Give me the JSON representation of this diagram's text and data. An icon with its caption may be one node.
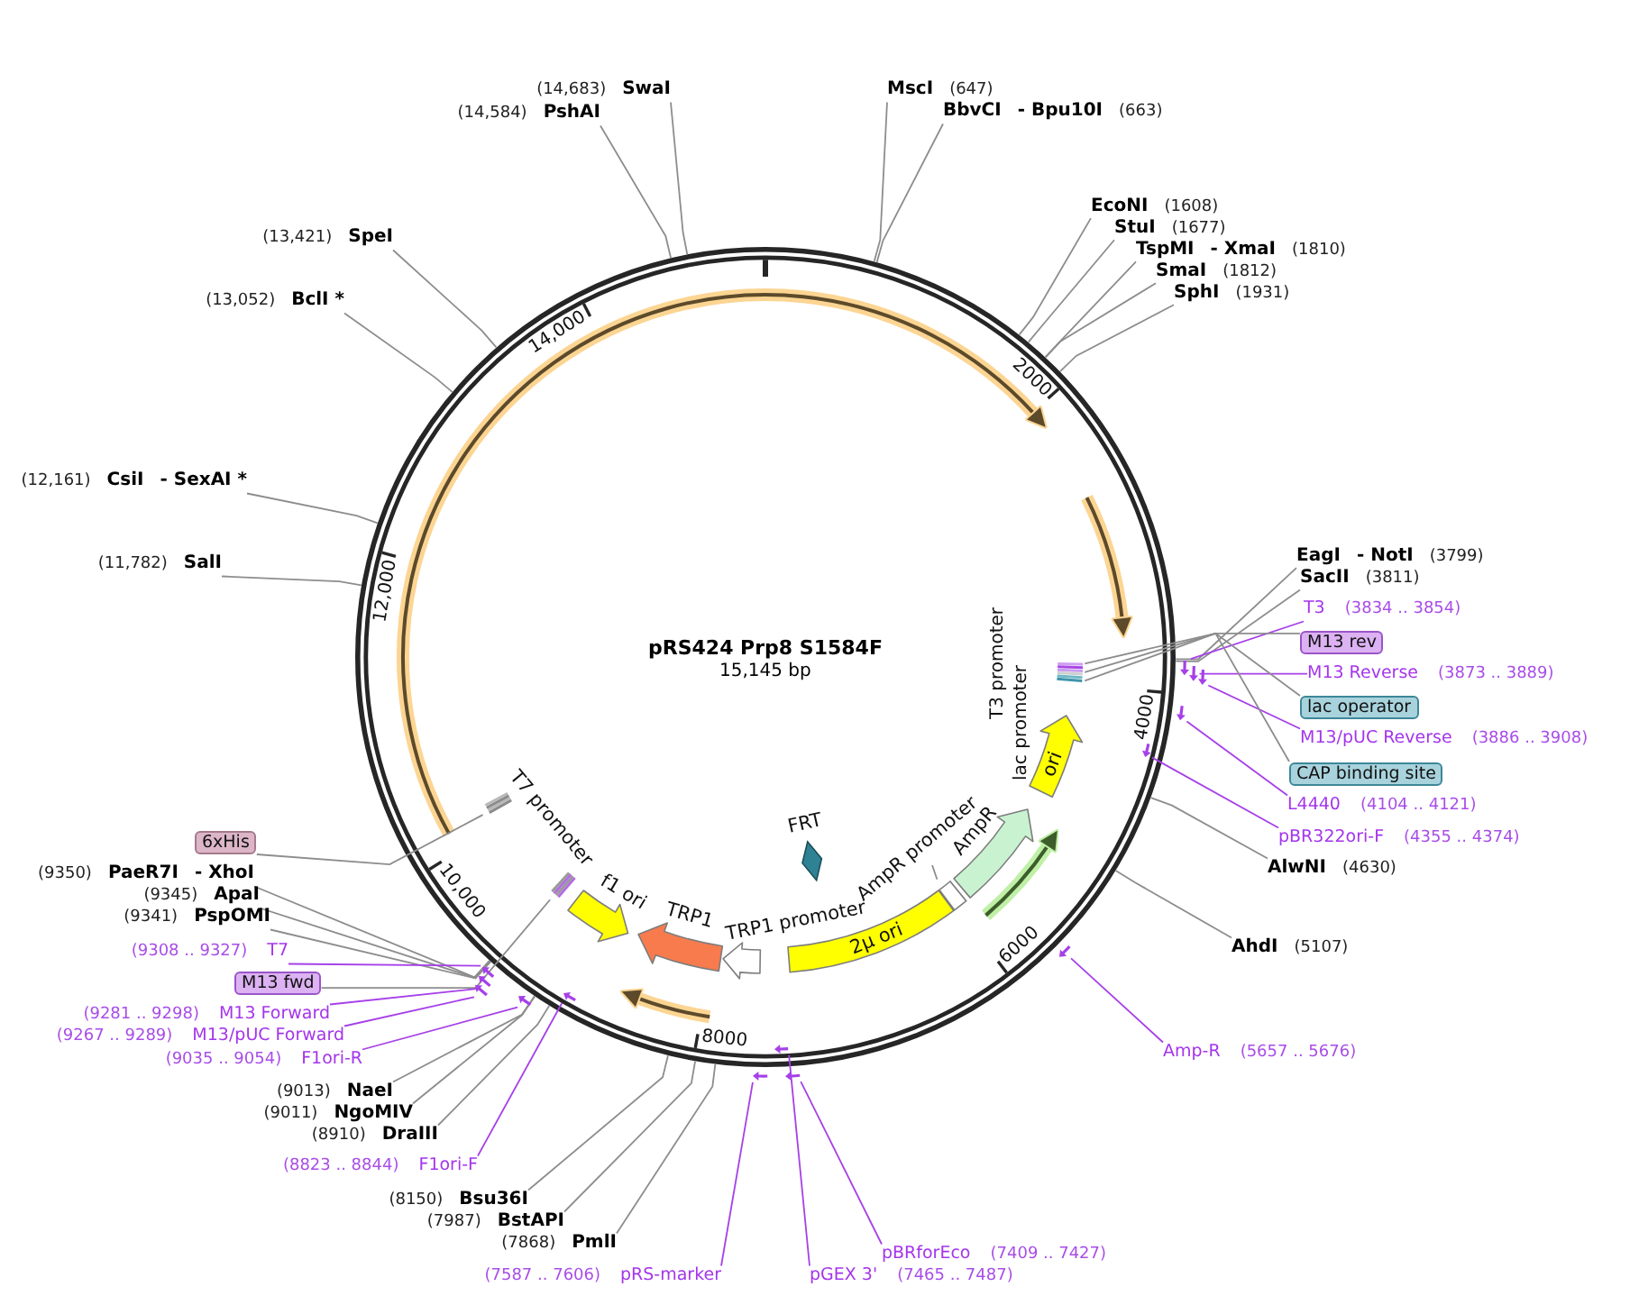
{
  "diagram": {
    "nodes": [
      {
        "text": [
          "pRS424 Prp8 S1584F",
          "15,145 bp"
        ]
      },
      {
        "text": [],
        "shape": "bar",
        "in": 0,
        "beside": [
          "T3 promoter",
          "lac promoter"
        ]
      },
      {
        "text": [
          "ori"
        ],
        "in": 0
      },
      {
        "text": [],
        "shape": "arrow",
        "in": 0,
        "beside": [
          "AmpR"
        ]
      },
      {
        "text": [
          "AmpR promoter"
        ],
        "in": 0
      },
      {
        "text": [],
        "shape": "box",
        "in": 0
      },
      {
        "text": [
          "2μ ori"
        ],
        "in": 0
      },
      {
        "text": [],
        "shape": "diamond",
        "in": 0,
        "beside": [
          "FRT"
        ]
      },
      {
        "text": [],
        "shape": "arrow",
        "in": 0,
        "beside": [
          "TRP1 promoter"
        ]
      },
      {
        "text": [],
        "shape": "arrow",
        "in": 0,
        "beside": [
          "TRP1"
        ]
      },
      {
        "text": [],
        "shape": "arrow",
        "in": 0,
        "beside": [
          "f1 ori"
        ]
      },
      {
        "text": [],
        "shape": "bar",
        "in": 0,
        "beside": [
          "T7 promoter"
        ]
      },
      {
        "text": [],
        "shape": "bar",
        "in": 0
      },
      {
        "text": [
          "(14,683)",
          "SwaI"
        ]
      },
      {
        "text": [
          "MscI",
          "(647)"
        ]
      },
      {
        "text": [
          "(14,584)",
          "PshAI"
        ]
      },
      {
        "text": [
          "BbvCI",
          "- Bpu10I",
          "(663)"
        ]
      },
      {
        "text": [
          "EcoNI",
          "(1608)"
        ]
      },
      {
        "text": [
          "StuI",
          "(1677)"
        ]
      },
      {
        "text": [
          "(13,421)",
          "SpeI"
        ]
      },
      {
        "text": [
          "TspMI",
          "- XmaI",
          "(1810)"
        ]
      },
      {
        "text": [
          "SmaI",
          "(1812)"
        ]
      },
      {
        "text": [
          "SphI",
          "(1931)"
        ]
      },
      {
        "text": [
          "(13,052)",
          "BclI *"
        ]
      },
      {
        "text": [
          "(12,161)",
          "CsiI",
          "- SexAI *"
        ]
      },
      {
        "text": [
          "EagI",
          "- NotI",
          "(3799)"
        ]
      },
      {
        "text": [
          "(11,782)",
          "SalI"
        ]
      },
      {
        "text": [
          "SacII",
          "(3811)"
        ]
      },
      {
        "text": [
          "T3",
          "(3834 .. 3854)"
        ]
      },
      {
        "text": [
          "M13 rev"
        ]
      },
      {
        "text": [
          "M13 Reverse",
          "(3873 .. 3889)"
        ]
      },
      {
        "text": [
          "lac operator"
        ]
      },
      {
        "text": [
          "M13/pUC Reverse",
          "(3886 .. 3908)"
        ]
      },
      {
        "text": [
          "CAP binding site"
        ]
      },
      {
        "text": [
          "L4440",
          "(4104 .. 4121)"
        ]
      },
      {
        "text": [
          "pBR322ori-F",
          "(4355 .. 4374)"
        ]
      },
      {
        "text": [
          "6xHis"
        ]
      },
      {
        "text": [
          "AlwNI",
          "(4630)"
        ]
      },
      {
        "text": [
          "(9350)",
          "PaeR7I",
          "- XhoI"
        ]
      },
      {
        "text": [
          "(9345)",
          "ApaI"
        ]
      },
      {
        "text": [
          "(9341)",
          "PspOMI"
        ]
      },
      {
        "text": [
          "AhdI",
          "(5107)"
        ]
      },
      {
        "text": [
          "(9308 .. 9327)",
          "T7"
        ]
      },
      {
        "text": [
          "M13 fwd"
        ]
      },
      {
        "text": [
          "(9281 .. 9298)",
          "M13 Forward"
        ]
      },
      {
        "text": [
          "(9267 .. 9289)",
          "M13/pUC Forward"
        ]
      },
      {
        "text": [
          "Amp-R",
          "(5657 .. 5676)"
        ]
      },
      {
        "text": [
          "(9035 .. 9054)",
          "F1ori-R"
        ]
      },
      {
        "text": [
          "(9013)",
          "NaeI"
        ]
      },
      {
        "text": [
          "(9011)",
          "NgoMIV"
        ]
      },
      {
        "text": [
          "(8910)",
          "DraIII"
        ]
      },
      {
        "text": [
          "(8823 .. 8844)",
          "F1ori-F"
        ]
      },
      {
        "text": [
          "(8150)",
          "Bsu36I"
        ]
      },
      {
        "text": [
          "(7987)",
          "BstAPI"
        ]
      },
      {
        "text": [
          "(7868)",
          "PmlI"
        ]
      },
      {
        "text": [
          "pBRforEco",
          "(7409 .. 7427)"
        ]
      },
      {
        "text": [
          "(7587 .. 7606)",
          "pRS-marker"
        ]
      },
      {
        "text": [
          "pGEX 3'",
          "(7465 .. 7487)"
        ]
      },
      {
        "text": [],
        "shape": "arrow"
      },
      {
        "text": [],
        "shape": "arrow"
      },
      {
        "text": [],
        "shape": "arrow"
      },
      {
        "text": [],
        "shape": "arrow"
      },
      {
        "text": [],
        "shape": "arrow",
        "in": 0
      },
      {
        "text": [],
        "shape": "arrow"
      },
      {
        "text": [],
        "shape": "arrow"
      },
      {
        "text": [],
        "shape": "arrow"
      },
      {
        "text": [],
        "shape": "arrow"
      },
      {
        "text": [],
        "shape": "arrow",
        "in": 0
      },
      {
        "text": [],
        "shape": "arrow"
      },
      {
        "text": [],
        "shape": "arrow",
        "in": 0
      },
      {
        "text": [],
        "shape": "arrow"
      },
      {
        "text": [],
        "shape": "arrow"
      },
      {
        "text": [],
        "shape": "arrow",
        "in": 0
      }
    ],
    "edges": [
      {
        "from": 4,
        "to": 5,
        "arrow": "none"
      },
      {
        "from": 13,
        "to": 0,
        "arrow": "none"
      },
      {
        "from": 14,
        "to": 0,
        "arrow": "none"
      },
      {
        "from": 15,
        "to": 0,
        "arrow": "none"
      },
      {
        "from": 16,
        "to": 0,
        "arrow": "none"
      },
      {
        "from": 17,
        "to": 0,
        "arrow": "none"
      },
      {
        "from": 18,
        "to": 0,
        "arrow": "none"
      },
      {
        "from": 19,
        "to": 0,
        "arrow": "none"
      },
      {
        "from": 20,
        "to": 0,
        "arrow": "none"
      },
      {
        "from": 21,
        "to": 0,
        "arrow": "none"
      },
      {
        "from": 22,
        "to": 0,
        "arrow": "none"
      },
      {
        "from": 23,
        "to": 0,
        "arrow": "none"
      },
      {
        "from": 24,
        "to": 0,
        "arrow": "none"
      },
      {
        "from": 25,
        "to": 0,
        "arrow": "none"
      },
      {
        "from": 26,
        "to": 0,
        "arrow": "none"
      },
      {
        "from": 27,
        "to": 0,
        "arrow": "none"
      },
      {
        "from": 28,
        "to": 58,
        "arrow": "none",
        "color": "#a640e8"
      },
      {
        "from": 29,
        "to": 1,
        "arrow": "none"
      },
      {
        "from": 30,
        "to": 59,
        "arrow": "none",
        "color": "#a640e8"
      },
      {
        "from": 31,
        "to": 1,
        "arrow": "none"
      },
      {
        "from": 32,
        "to": 60,
        "arrow": "none",
        "color": "#a640e8"
      },
      {
        "from": 33,
        "to": 1,
        "arrow": "none"
      },
      {
        "from": 34,
        "to": 61,
        "arrow": "none",
        "color": "#a640e8"
      },
      {
        "from": 35,
        "to": 62,
        "arrow": "none",
        "color": "#a640e8"
      },
      {
        "from": 36,
        "to": 12,
        "arrow": "none"
      },
      {
        "from": 37,
        "to": 0,
        "arrow": "none"
      },
      {
        "from": 38,
        "to": 0,
        "arrow": "none"
      },
      {
        "from": 39,
        "to": 0,
        "arrow": "none"
      },
      {
        "from": 40,
        "to": 0,
        "arrow": "none"
      },
      {
        "from": 41,
        "to": 0,
        "arrow": "none"
      },
      {
        "from": 42,
        "to": 64,
        "arrow": "none",
        "color": "#a640e8"
      },
      {
        "from": 43,
        "to": 11,
        "arrow": "none"
      },
      {
        "from": 44,
        "to": 65,
        "arrow": "none",
        "color": "#a640e8"
      },
      {
        "from": 45,
        "to": 66,
        "arrow": "none",
        "color": "#a640e8"
      },
      {
        "from": 46,
        "to": 63,
        "arrow": "none",
        "color": "#a640e8"
      },
      {
        "from": 47,
        "to": 68,
        "arrow": "none",
        "color": "#a640e8"
      },
      {
        "from": 48,
        "to": 0,
        "arrow": "none"
      },
      {
        "from": 49,
        "to": 0,
        "arrow": "none"
      },
      {
        "from": 50,
        "to": 0,
        "arrow": "none"
      },
      {
        "from": 51,
        "to": 67,
        "arrow": "none",
        "color": "#a640e8"
      },
      {
        "from": 52,
        "to": 0,
        "arrow": "none"
      },
      {
        "from": 53,
        "to": 0,
        "arrow": "none"
      },
      {
        "from": 54,
        "to": 0,
        "arrow": "none"
      },
      {
        "from": 55,
        "to": 71,
        "arrow": "none",
        "color": "#a640e8"
      },
      {
        "from": 56,
        "to": 70,
        "arrow": "none",
        "color": "#a640e8"
      },
      {
        "from": 57,
        "to": 69,
        "arrow": "none",
        "color": "#a640e8"
      }
    ],
    "labels": [
      "14,000",
      "2000",
      "12,000",
      "4000",
      "10,000",
      "6000",
      "8000"
    ]
  }
}
